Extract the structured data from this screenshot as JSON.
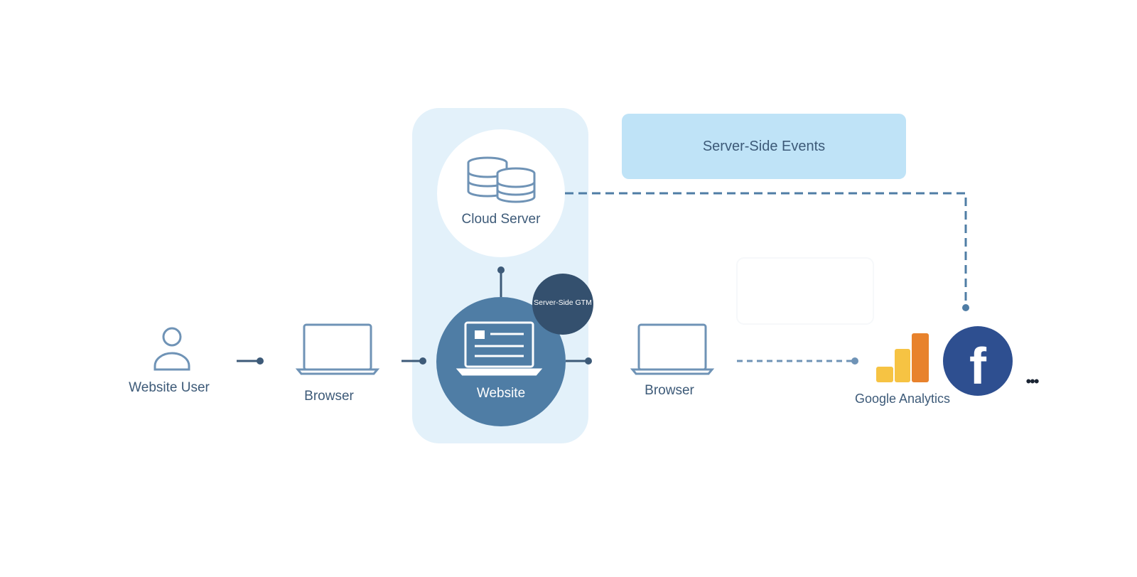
{
  "nodes": {
    "website_user": "Website User",
    "browser_left": "Browser",
    "cloud_server": "Cloud Server",
    "website": "Website",
    "gtm_badge": "Server-Side GTM",
    "browser_right": "Browser",
    "google_analytics": "Google Analytics",
    "facebook_glyph": "f",
    "more": "•••"
  },
  "server_side_events": "Server-Side Events",
  "icons": [
    "user-icon",
    "laptop-icon",
    "database-icon",
    "google-analytics-icon",
    "facebook-icon"
  ],
  "colors": {
    "dark_blue": "#3d5a78",
    "mid_blue": "#4f7da5",
    "light_panel": "#e3f1fa",
    "events_box": "#bfe3f7",
    "ga_orange": "#e8822c",
    "ga_yellow": "#f6c343",
    "facebook_blue": "#2e4f90"
  }
}
